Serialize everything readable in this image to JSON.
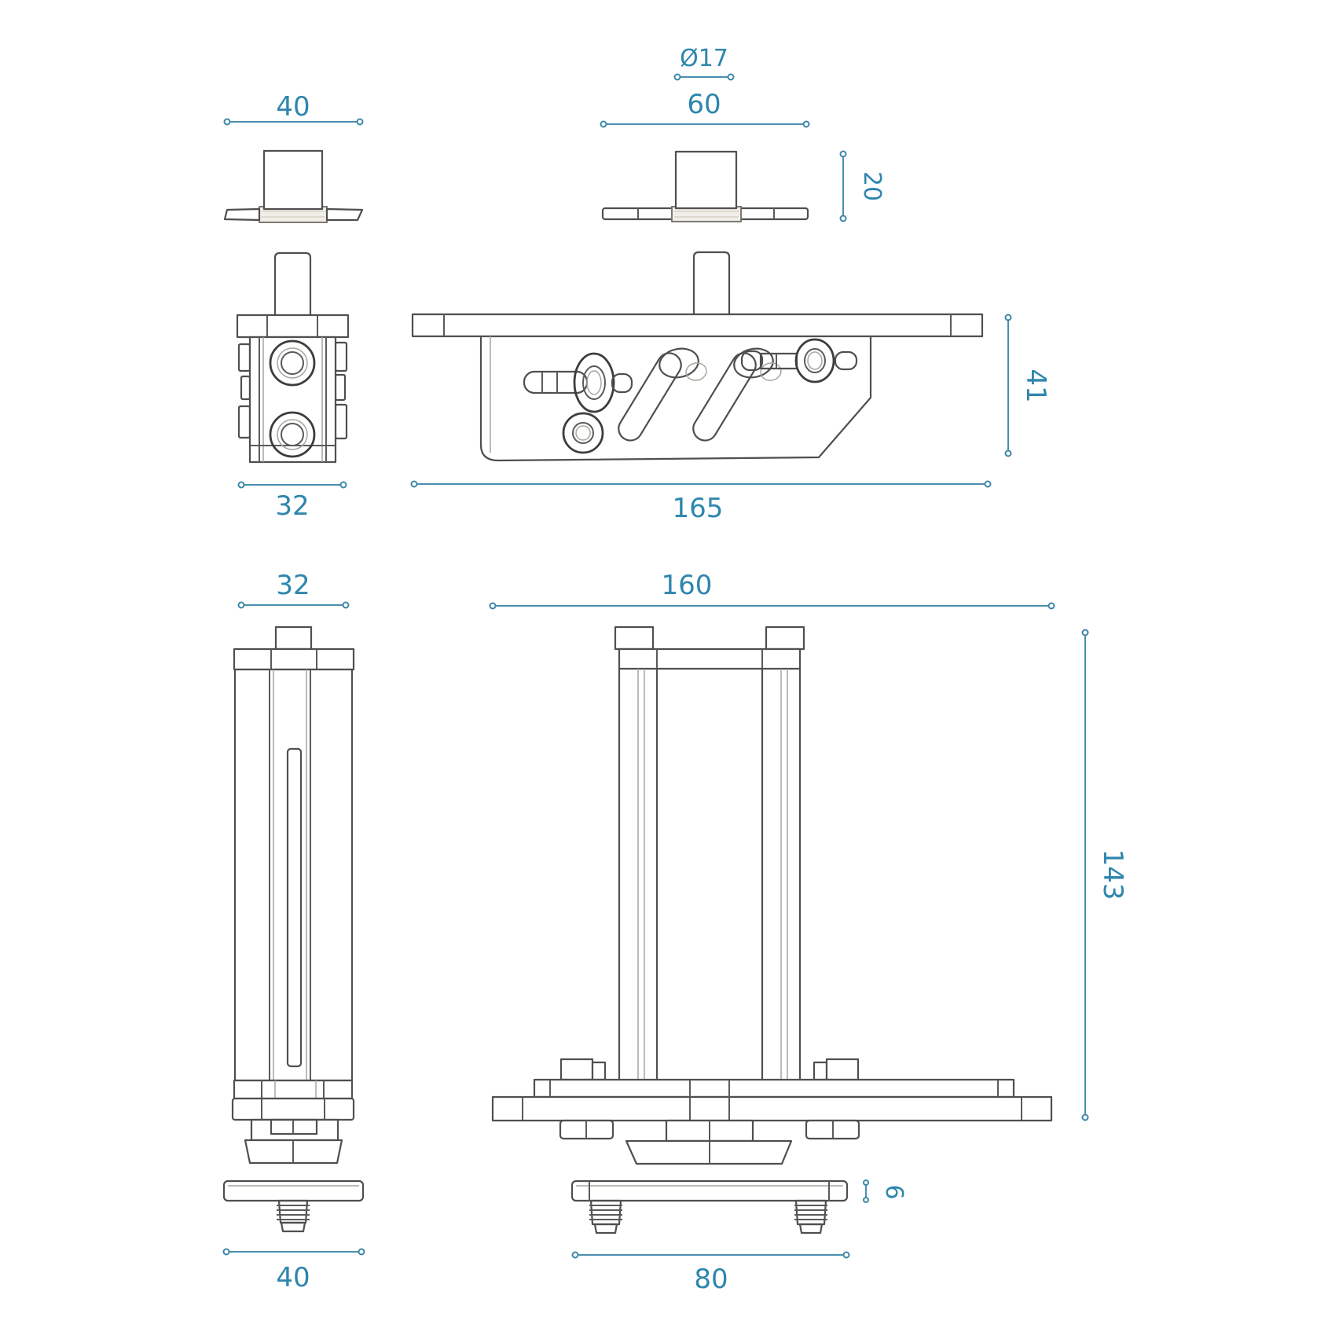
{
  "drawing": {
    "background_color": "#ffffff",
    "ink_color": "#4f4f4f",
    "accent_color": "#2e86ad"
  },
  "dimensions": {
    "plug_width_top": {
      "label": "40"
    },
    "spindle_diameter": {
      "label": "Ø17"
    },
    "plate_width_top": {
      "label": "60"
    },
    "plate_height_top": {
      "label": "20"
    },
    "front_width": {
      "label": "32"
    },
    "body_length": {
      "label": "165"
    },
    "body_height": {
      "label": "41"
    },
    "profile_width": {
      "label": "32"
    },
    "base_length": {
      "label": "160"
    },
    "overall_height": {
      "label": "143"
    },
    "profile_plate_width": {
      "label": "40"
    },
    "strike_thickness": {
      "label": "6"
    },
    "strike_length": {
      "label": "80"
    }
  }
}
